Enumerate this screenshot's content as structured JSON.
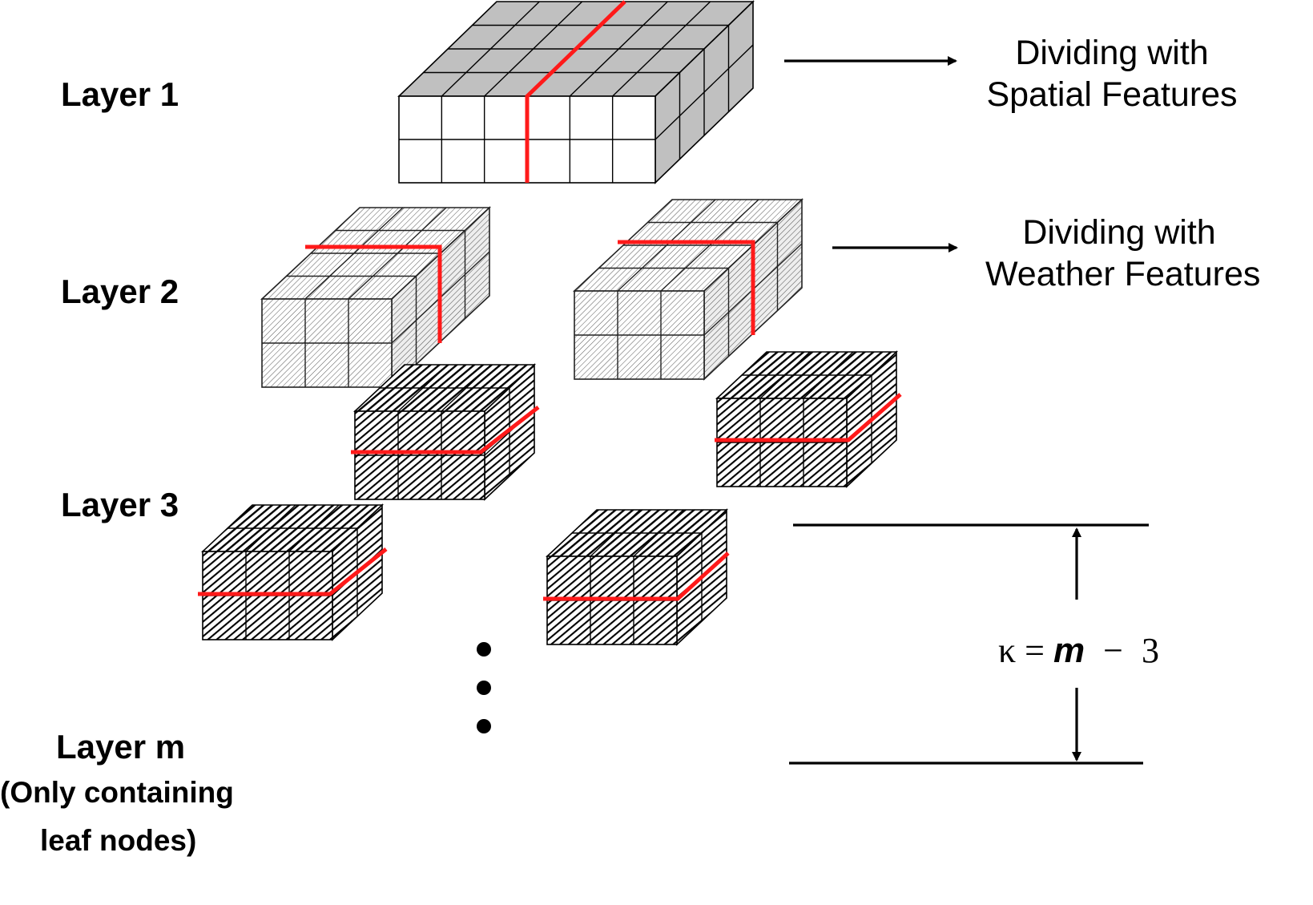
{
  "layers": [
    {
      "label": "Layer 1"
    },
    {
      "label": "Layer 2"
    },
    {
      "label": "Layer 3"
    },
    {
      "label": "Layer m",
      "note_line1": "(Only containing",
      "note_line2": "leaf nodes)"
    }
  ],
  "annotations": {
    "spatial": {
      "line1": "Dividing with",
      "line2": "Spatial Features"
    },
    "weather": {
      "line1": "Dividing with",
      "line2": "Weather Features"
    }
  },
  "formula": {
    "kappa": "κ",
    "equals": "=",
    "var": "m",
    "minus": "−",
    "number": "3"
  },
  "colors": {
    "split_line": "#ff1a1a",
    "layer1_fill": "#c0c0c0",
    "layer2_hatch": "#555555",
    "layer3_fill": "#000000"
  }
}
